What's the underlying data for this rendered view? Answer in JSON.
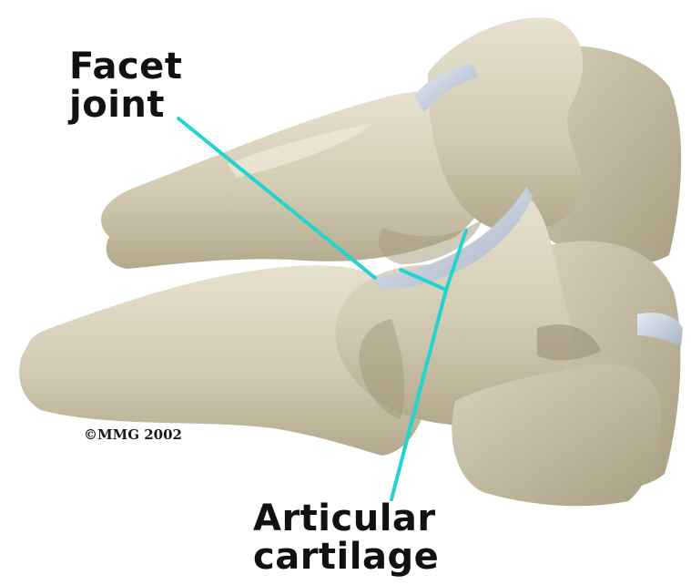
{
  "labels": {
    "facet_joint": "Facet\njoint",
    "articular_cartilage": "Articular\ncartilage",
    "copyright": "©MMG 2002"
  },
  "colors": {
    "background": "#ffffff",
    "bone_light": "#ddd8c6",
    "bone_mid": "#c9c2aa",
    "bone_shadow": "#9d9478",
    "cartilage": "#c2ccd8",
    "leader_line": "#22d3cf",
    "text": "#111111"
  },
  "icons": []
}
